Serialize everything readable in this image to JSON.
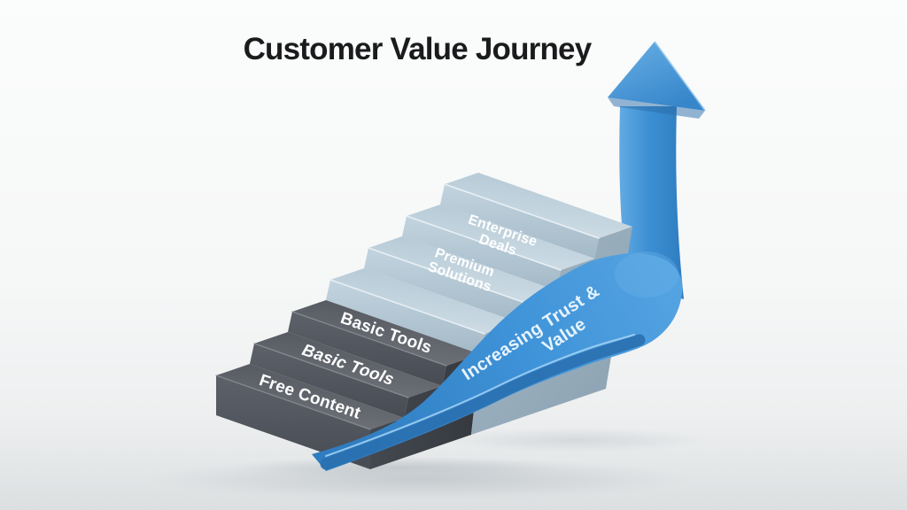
{
  "title": "Customer Value Journey",
  "diagram": {
    "type": "3d-staircase-with-growth-arrow",
    "steps": [
      {
        "label": "Free Content",
        "tier": "dark",
        "lines": [
          "Free Content"
        ]
      },
      {
        "label": "Basic Tools",
        "tier": "dark",
        "emphasis": "italic",
        "lines": [
          "Basic Tools"
        ]
      },
      {
        "label": "Basic Tools",
        "tier": "dark",
        "lines": [
          "Basic Tools"
        ]
      },
      {
        "label": "",
        "tier": "light",
        "lines": []
      },
      {
        "label": "Premium Solutions",
        "tier": "light",
        "lines": [
          "Premium",
          "Solutions"
        ]
      },
      {
        "label": "Enterprise Deals",
        "tier": "light",
        "lines": [
          "Enterprise",
          "Deals"
        ]
      },
      {
        "label": "",
        "tier": "light",
        "lines": []
      }
    ],
    "arrow": {
      "label": "Increasing Trust & Value",
      "lines": [
        "Increasing Trust &",
        "Value"
      ]
    },
    "colors": {
      "dark_steps": "#4c5058",
      "light_steps": "#b3c6d3",
      "arrow_blue": "#3b8ed4",
      "step_label_text": "#ffffff",
      "arrow_label_text": "#e8f4fd",
      "title_text": "#1b1b1d",
      "background": "#f6f7f7"
    }
  }
}
